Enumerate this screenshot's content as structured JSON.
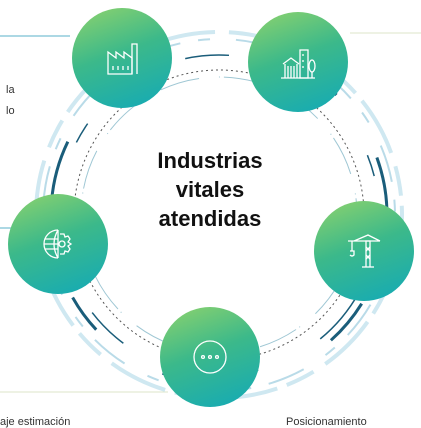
{
  "center_title": [
    "Industrias",
    "vitales",
    "atendidas"
  ],
  "left_fragments": [
    "la",
    "lo"
  ],
  "bottom_fragments": [
    "aje estimación",
    "Posicionamiento "
  ],
  "nodes": [
    {
      "icon": "factory-icon"
    },
    {
      "icon": "city-buildings-icon"
    },
    {
      "icon": "crane-icon"
    },
    {
      "icon": "ellipsis-icon"
    },
    {
      "icon": "globe-gear-icon"
    }
  ],
  "colors": {
    "gradient_top": "#8fd36c",
    "gradient_mid": "#3cb98a",
    "gradient_bottom": "#12a9b8",
    "ring_dark": "#1a5d7a",
    "ring_light": "#cfe8f1",
    "divider": "#5ab2c8"
  }
}
